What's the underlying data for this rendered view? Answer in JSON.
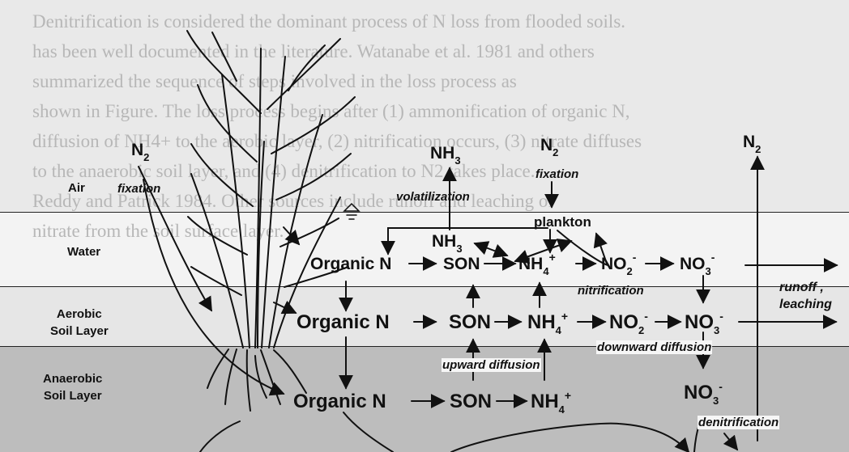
{
  "background_text": [
    "Denitrification is considered the dominant process of N loss from flooded soils.",
    "has been well documented in the literature. Watanabe et al. 1981 and others",
    "summarized the sequence of steps involved in the loss process as",
    "shown in Figure. The loss process begins after (1) ammonification of organic N,",
    "diffusion of NH4+ to the aerobic layer, (2) nitrification occurs, (3) nitrate diffuses",
    "to the anaerobic soil layer, and (4) denitrification to N2 takes place.",
    "Reddy and Patrick 1984. Other sources include runoff and leaching of",
    "nitrate from the soil surface layer."
  ],
  "layers": {
    "air": "Air",
    "water": "Water",
    "aerobic_line1": "Aerobic",
    "aerobic_line2": "Soil Layer",
    "anaerobic_line1": "Anaerobic",
    "anaerobic_line2": "Soil Layer"
  },
  "nodes": {
    "n2_left": "N",
    "n2_left_sub": "2",
    "nh3_top": "NH",
    "nh3_top_sub": "3",
    "n2_center": "N",
    "n2_center_sub": "2",
    "n2_right": "N",
    "n2_right_sub": "2",
    "plankton": "plankton",
    "nh3_water": "NH",
    "nh3_water_sub": "3",
    "organic_water": "Organic N",
    "son_water": "SON",
    "nh4_water": "NH",
    "nh4_water_sub": "4",
    "nh4_water_sup": "+",
    "no2_water": "NO",
    "no2_water_sub": "2",
    "no2_water_sup": "-",
    "no3_water": "NO",
    "no3_water_sub": "3",
    "no3_water_sup": "-",
    "organic_aerobic": "Organic N",
    "son_aerobic": "SON",
    "nh4_aerobic": "NH",
    "nh4_aerobic_sub": "4",
    "nh4_aerobic_sup": "+",
    "no2_aerobic": "NO",
    "no2_aerobic_sub": "2",
    "no2_aerobic_sup": "-",
    "no3_aerobic": "NO",
    "no3_aerobic_sub": "3",
    "no3_aerobic_sup": "-",
    "organic_anaerobic": "Organic N",
    "son_anaerobic": "SON",
    "nh4_anaerobic": "NH",
    "nh4_anaerobic_sub": "4",
    "nh4_anaerobic_sup": "+",
    "no3_anaerobic": "NO",
    "no3_anaerobic_sub": "3",
    "no3_anaerobic_sup": "-"
  },
  "processes": {
    "fixation_left": "fixation",
    "volatilization": "volatilization",
    "fixation_center": "fixation",
    "nitrification": "nitrification",
    "runoff_line1": "runoff ,",
    "runoff_line2": "leaching",
    "downward_diffusion": "downward diffusion",
    "upward_diffusion": "upward diffusion",
    "denitrification": "denitrification"
  }
}
